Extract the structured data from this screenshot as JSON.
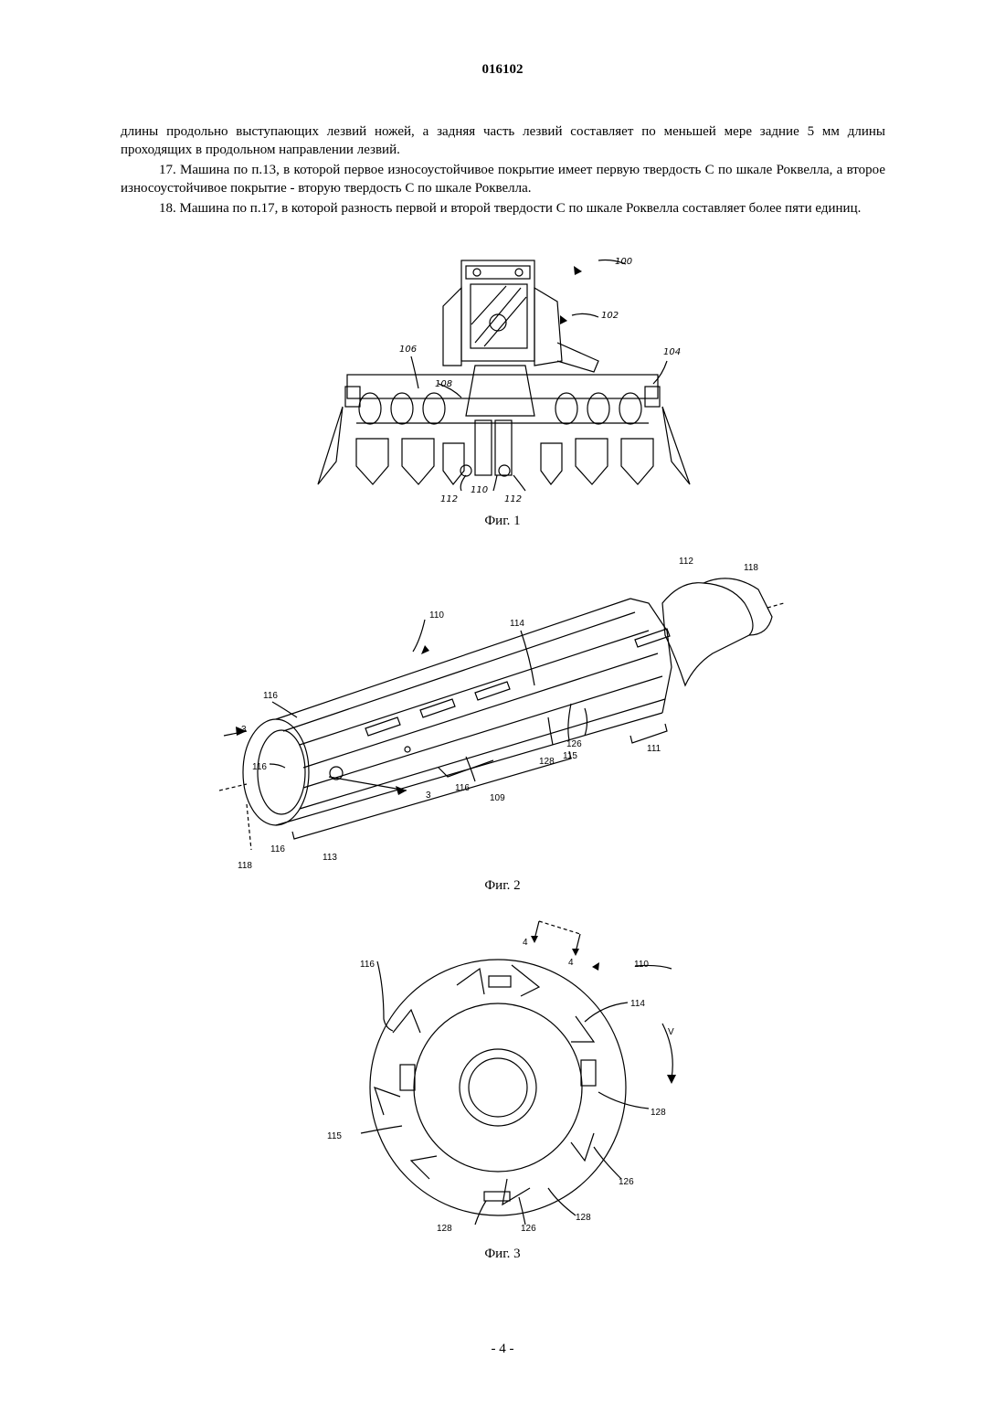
{
  "header": {
    "doc_number": "016102"
  },
  "paragraphs": [
    "длины продольно выступающих лезвий ножей, а задняя часть лезвий составляет по меньшей мере задние 5 мм длины проходящих в продольном направлении лезвий.",
    "17. Машина по п.13, в которой первое износоустойчивое покрытие имеет первую твердость С по шкале Роквелла, а второе износоустойчивое покрытие - вторую твердость С по шкале Роквелла.",
    "18. Машина по п.17, в которой разность первой и второй твердости С по шкале Роквелла составляет более пяти единиц."
  ],
  "figure1": {
    "caption": "Фиг. 1",
    "labels": {
      "l100": "100",
      "l102": "102",
      "l104": "104",
      "l106": "106",
      "l108": "108",
      "l110": "110",
      "l112a": "112",
      "l112b": "112"
    }
  },
  "figure2": {
    "caption": "Фиг. 2",
    "labels": {
      "l110": "110",
      "l112": "112",
      "l118a": "118",
      "l114": "114",
      "l116a": "116",
      "l3a": "3",
      "l116b": "116",
      "l126": "126",
      "l115": "115",
      "l128": "128",
      "l111": "111",
      "l116c": "116",
      "l3b": "3",
      "l109": "109",
      "l116d": "116",
      "l113": "113",
      "l118b": "118"
    }
  },
  "figure3": {
    "caption": "Фиг. 3",
    "labels": {
      "l4a": "4",
      "l4b": "4",
      "l110": "110",
      "l116": "116",
      "l114": "114",
      "lV": "V",
      "l128a": "128",
      "l115": "115",
      "l126a": "126",
      "l128b": "128",
      "l126b": "126",
      "l128c": "128"
    }
  },
  "footer": {
    "page_number": "- 4 -"
  }
}
